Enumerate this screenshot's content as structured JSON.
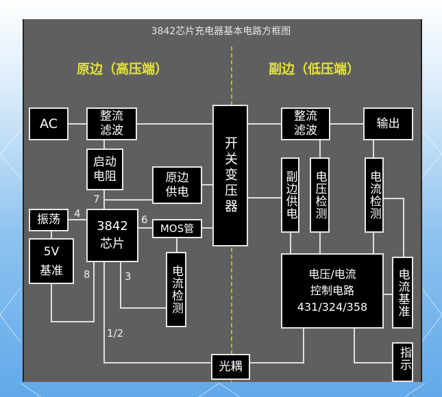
{
  "title": "3842芯片充电器基本电路方框图",
  "primary_label": "原边（高压端）",
  "secondary_label": "副边（低压端）",
  "blocks": {
    "ac": "AC",
    "rectifier_primary": "整流\n滤波",
    "startup_resistor": "启动\n电阻",
    "primary_supply": "原边\n供电",
    "oscillator": "振荡",
    "chip": "3842\n芯片",
    "ref_5v": "5V\n基准",
    "mosfet": "MOS管",
    "current_sense_primary": "电流检测",
    "transformer": "开关变压器",
    "optocoupler": "光耦",
    "rectifier_secondary": "整流\n滤波",
    "output": "输出",
    "secondary_supply": "副边供电",
    "voltage_sense": "电压检测",
    "current_sense_secondary": "电流检测",
    "control": "电压/电流\n控制电路\n431/324/358",
    "current_ref": "电流基准",
    "indicator": "指示"
  },
  "pins": {
    "p7": "7",
    "p4": "4",
    "p6": "6",
    "p8": "8",
    "p3": "3",
    "p12": "1/2"
  },
  "colors": {
    "panel": "#5f5f5f",
    "heading": "#e5e33a",
    "box": "#000000",
    "divider": "#d8d830"
  }
}
